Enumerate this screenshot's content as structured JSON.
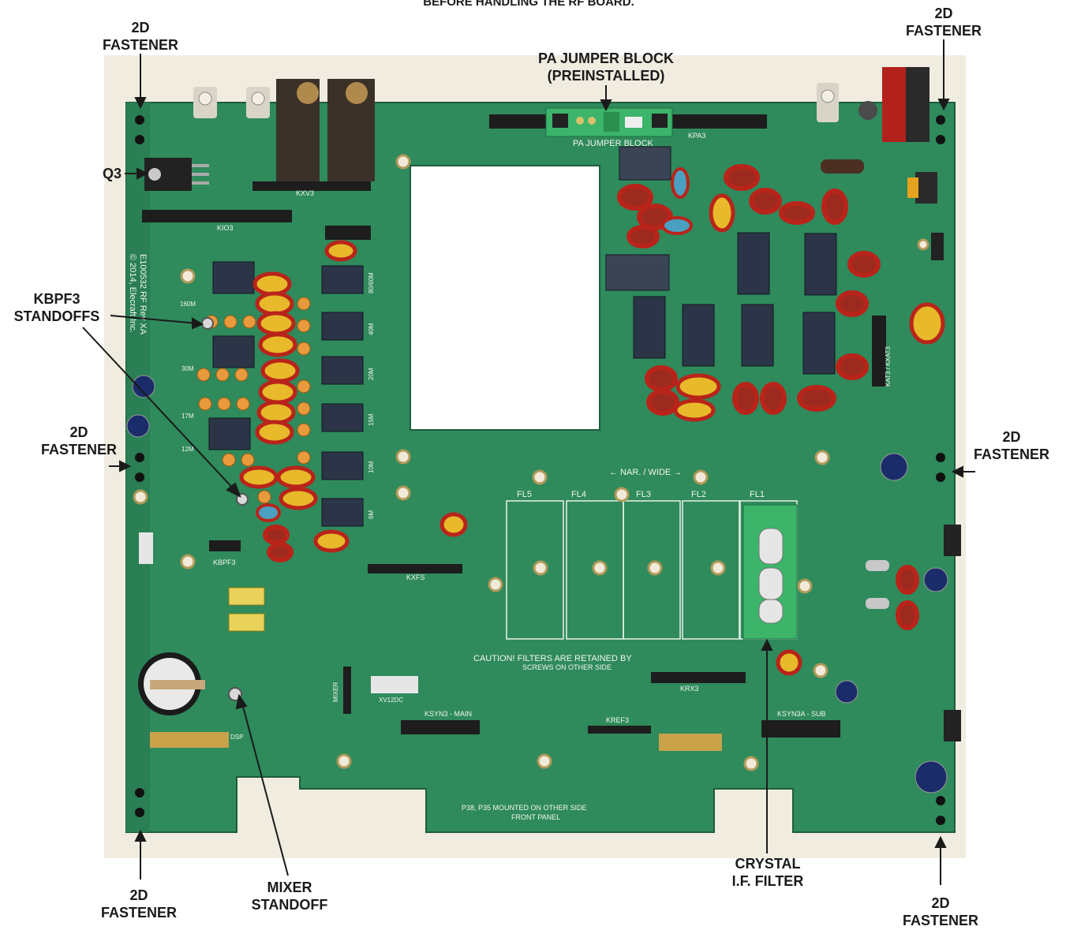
{
  "header_note": "BEFORE HANDLING THE RF BOARD.",
  "callouts": {
    "fastener_top_left": [
      "2D",
      "FASTENER"
    ],
    "fastener_top_right": [
      "2D",
      "FASTENER"
    ],
    "pa_jumper_block": [
      "PA JUMPER BLOCK",
      "(PREINSTALLED)"
    ],
    "q3": "Q3",
    "kbpf3_standoffs": [
      "KBPF3",
      "STANDOFFS"
    ],
    "fastener_left_mid": [
      "2D",
      "FASTENER"
    ],
    "fastener_right_mid": [
      "2D",
      "FASTENER"
    ],
    "fastener_bottom_left": [
      "2D",
      "FASTENER"
    ],
    "mixer_standoff": [
      "MIXER",
      "STANDOFF"
    ],
    "crystal_if_filter": [
      "CRYSTAL",
      "I.F. FILTER"
    ],
    "fastener_bottom_right": [
      "2D",
      "FASTENER"
    ]
  },
  "silkscreen": {
    "pa_jumper_label": "PA JUMPER BLOCK",
    "board_id": "E100532 RF Rev XA",
    "copyright": "© 2014, Elecraft Inc.",
    "nar_wide": "← NAR. / WIDE →",
    "filters": [
      "FL5",
      "FL4",
      "FL3",
      "FL2",
      "FL1"
    ],
    "caution": "CAUTION! FILTERS ARE RETAINED BY",
    "caution2": "SCREWS ON OTHER SIDE",
    "p38_note": "P38, P35 MOUNTED ON OTHER SIDE",
    "front_panel": "FRONT PANEL",
    "ksyn3_main": "KSYN3 - MAIN",
    "ksyn3a_sub": "KSYN3A - SUB",
    "kref3": "KREF3",
    "kxv3": "KXV3",
    "kio3": "KIO3",
    "kbpf3": "KBPF3",
    "kpa3": "KPA3",
    "krx3": "KRX3",
    "kxfs": "KXFS",
    "mixer": "MIXER",
    "xv12dc": "XV12DC",
    "dsp": "DSP",
    "kanti": "KAT3 / KXAT3",
    "bands": [
      "80/60M",
      "40M",
      "20M",
      "15M",
      "10M",
      "6M"
    ],
    "band_left": [
      "160M",
      "30M",
      "17M",
      "12M"
    ]
  },
  "colors": {
    "pcb": "#2f8a5c",
    "pcb_dark": "#246e49",
    "relay": "#2b3547",
    "toroid_red": "#b9241a",
    "toroid_yellow": "#e8b92a",
    "cap_orange": "#e89a3c",
    "header_black": "#1d1d1d",
    "jumper_green": "#3cb46a"
  }
}
